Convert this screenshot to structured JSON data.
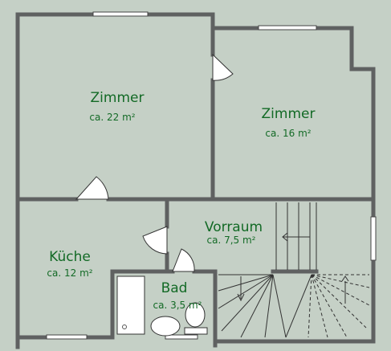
{
  "rooms": {
    "zimmer_large": {
      "name": "Zimmer",
      "area": "ca. 22 m²"
    },
    "zimmer_small": {
      "name": "Zimmer",
      "area": "ca. 16 m²"
    },
    "vorraum": {
      "name": "Vorraum",
      "area": "ca. 7,5 m²"
    },
    "kueche": {
      "name": "Küche",
      "area": "ca. 12 m²"
    },
    "bad": {
      "name": "Bad",
      "area": "ca. 3,5 m²"
    }
  },
  "colors": {
    "background": "#c5d0c6",
    "wall": "#5f6161",
    "label": "#136a26"
  }
}
